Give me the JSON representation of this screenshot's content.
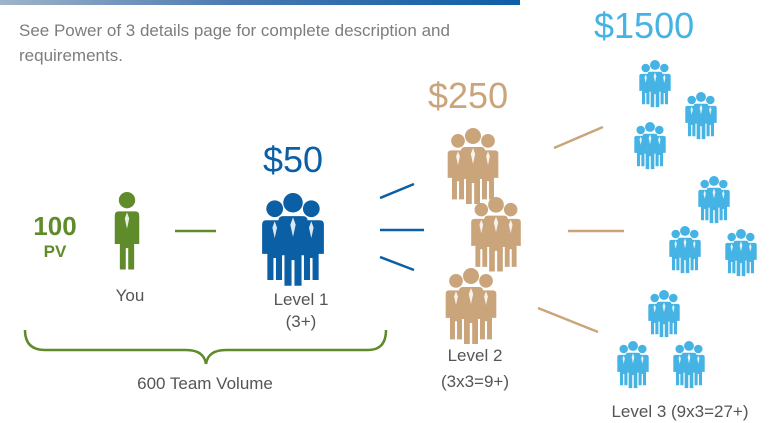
{
  "description": "See Power of 3 details page for complete description and requirements.",
  "you": {
    "pv_value": "100",
    "pv_unit": "PV",
    "label": "You"
  },
  "level1": {
    "reward": "$50",
    "label": "Level 1",
    "requirement": "(3+)"
  },
  "level2": {
    "reward": "$250",
    "label": "Level 2",
    "requirement": "(3x3=9+)"
  },
  "level3": {
    "reward": "$1500",
    "label": "Level 3 (9x3=27+)"
  },
  "team_volume": "600 Team Volume",
  "colors": {
    "you": "#5f8b2a",
    "level1": "#0b5fa5",
    "level2": "#caa57c",
    "level3": "#45b3e4"
  },
  "icons": {
    "you": "person-icon",
    "level1": "group-icon",
    "level2": "group-icon",
    "level3": "group-icon"
  }
}
